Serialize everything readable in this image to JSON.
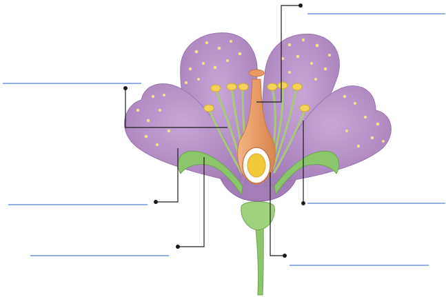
{
  "diagram": {
    "subject": "flower-cross-section",
    "answer_blanks": [
      {
        "id": "stigma-blank",
        "value": ""
      },
      {
        "id": "anther-blank",
        "value": ""
      },
      {
        "id": "petal-blank",
        "value": ""
      },
      {
        "id": "filament-blank",
        "value": ""
      },
      {
        "id": "sepal-blank",
        "value": ""
      },
      {
        "id": "ovary-blank",
        "value": ""
      }
    ]
  },
  "colors": {
    "petal": "#b48fc4",
    "petal_edge": "#9a74ac",
    "petal_dot": "#f2e08c",
    "anther": "#f4d35a",
    "filament": "#a9c97a",
    "pistil": "#e7a271",
    "ovule": "#f1c83a",
    "sepal": "#8cc66b",
    "stem": "#8cc66b",
    "leader_line": "#1a1a1a",
    "blank_line": "#6f93d8"
  }
}
